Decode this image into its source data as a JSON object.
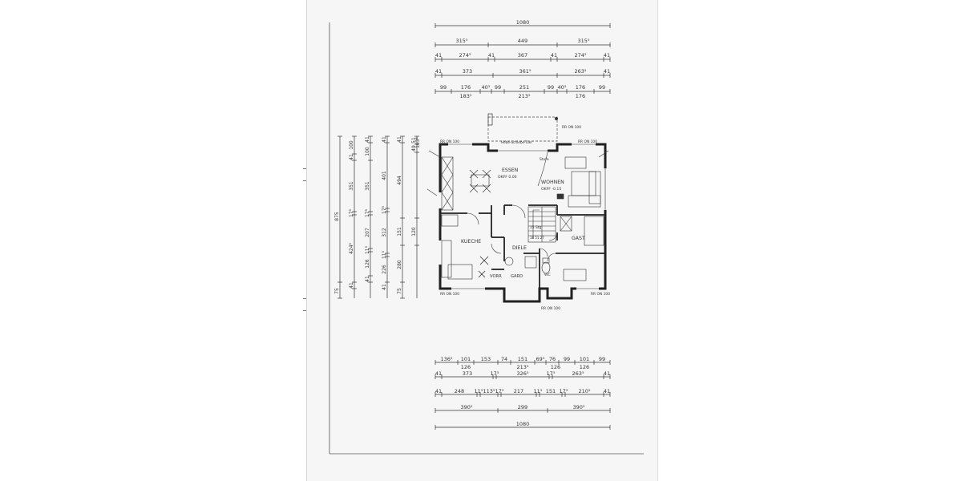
{
  "drawing": {
    "rooms": {
      "essen": "ESSEN",
      "essen_level": "OKFF 0.00",
      "wohnen": "WOHNEN",
      "wohnen_level": "OKFF -0.15",
      "kueche": "KUECHE",
      "diele": "DIELE",
      "gast": "GAST",
      "garo": "GARD",
      "vorr": "VORR",
      "wc": "WC",
      "stufe": "Stufe",
      "stair": "15 Stg",
      "stair_dims": "18 51 27"
    },
    "window_tags": {
      "top_left": "RR ON 100",
      "top_center": "RR ON 100",
      "top_right": "RR ON 100",
      "bottom_left": "RR ON 100",
      "bottom_center": "RR ON 100",
      "bottom_right": "RR ON 100"
    },
    "door_label": "Hebe-Schiebe-Tuer",
    "top_dims": {
      "row0": [
        "1080"
      ],
      "row1": [
        "315⁵",
        "449",
        "315⁵"
      ],
      "row2": [
        "41",
        "274⁵",
        "41",
        "367",
        "41",
        "274⁵",
        "41"
      ],
      "row3": [
        "41",
        "373",
        "361⁵",
        "263⁵",
        "41"
      ],
      "row4": [
        "99",
        "176",
        "40⁵",
        "99",
        "251",
        "99",
        "40⁵",
        "176",
        "99"
      ],
      "row4_sub": [
        "183⁵",
        "213⁵",
        "176"
      ]
    },
    "bottom_dims": {
      "row1": [
        "136⁵",
        "101",
        "153",
        "74",
        "151",
        "69⁵",
        "76",
        "99",
        "101",
        "99"
      ],
      "row1_sub": [
        "126",
        "213⁵",
        "126",
        "126"
      ],
      "row2": [
        "41",
        "373",
        "17⁵",
        "326⁵",
        "17⁵",
        "263⁵",
        "41"
      ],
      "row3": [
        "41",
        "248",
        "11⁵",
        "113⁵",
        "17⁵",
        "217",
        "11⁵",
        "151",
        "17⁵",
        "210⁵",
        "41"
      ],
      "row4": [
        "390⁵",
        "299",
        "390⁵"
      ],
      "row5": [
        "1080"
      ]
    },
    "left_dims": {
      "col1": [
        "875",
        "75"
      ],
      "col2": [
        "100",
        "41",
        "351",
        "17⁵",
        "424⁵",
        "41"
      ],
      "col3": [
        "41",
        "100",
        "351",
        "17⁵",
        "207",
        "11⁵",
        "126",
        "41"
      ],
      "col4": [
        "41",
        "401",
        "17⁵",
        "312",
        "11⁵",
        "226",
        "41"
      ],
      "col5": [
        "41",
        "494",
        "151",
        "280",
        "75"
      ],
      "col6": [
        "51",
        "49",
        "163⁵",
        "120"
      ]
    }
  }
}
